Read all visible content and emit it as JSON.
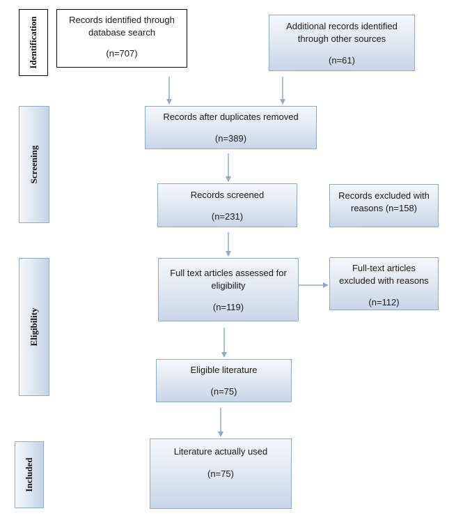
{
  "phases": {
    "identification": "Identification",
    "screening": "Screening",
    "eligibility": "Eligibility",
    "included": "Included"
  },
  "boxes": {
    "database_search": {
      "line1": "Records identified through",
      "line2": "database search",
      "count": "(n=707)"
    },
    "other_sources": {
      "line1": "Additional records identified",
      "line2": "through other sources",
      "count": "(n=61)"
    },
    "duplicates_removed": {
      "line1": "Records after duplicates removed",
      "count": "(n=389)"
    },
    "screened": {
      "line1": "Records screened",
      "count": "(n=231)"
    },
    "excluded_records": {
      "line1": "Records excluded with",
      "line2": "reasons (n=158)"
    },
    "full_text_assessed": {
      "line1": "Full text articles assessed for",
      "line2": "eligibility",
      "count": "(n=119)"
    },
    "full_text_excluded": {
      "line1": "Full-text articles",
      "line2": "excluded with reasons",
      "count": "(n=112)"
    },
    "eligible": {
      "line1": "Eligible literature",
      "count": "(n=75)"
    },
    "used": {
      "line1": "Literature actually used",
      "count": "(n=75)"
    }
  },
  "colors": {
    "arrow": "#8eaacb",
    "box_border": "#8eaacb",
    "box_fill_top": "#f6f8fb",
    "box_fill_bottom": "#c9d6e8"
  }
}
